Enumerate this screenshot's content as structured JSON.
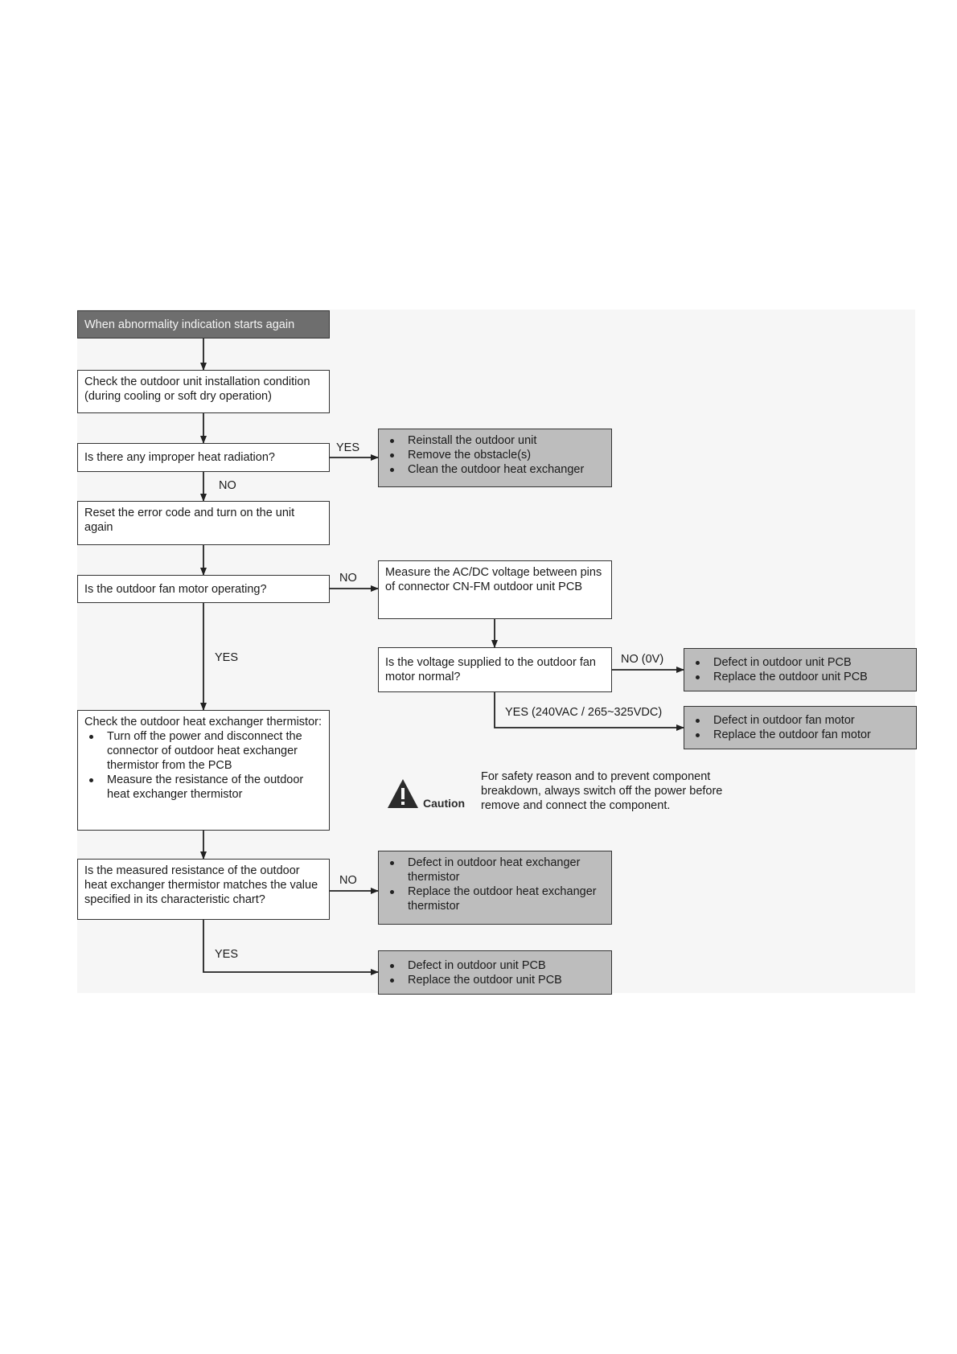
{
  "nodes": {
    "start": "When abnormality indication starts again",
    "check_installation": "Check the outdoor unit installation condition (during cooling or soft dry operation)",
    "q_heat_radiation": "Is there any improper heat radiation?",
    "remedy_heat_radiation": [
      "Reinstall the outdoor unit",
      "Remove the obstacle(s)",
      "Clean the outdoor heat exchanger"
    ],
    "reset_error": "Reset the error code and turn on the unit again",
    "q_fan_operating": "Is the outdoor fan motor operating?",
    "measure_voltage": "Measure the AC/DC voltage between pins of connector CN-FM outdoor unit PCB",
    "q_voltage_normal": "Is the voltage supplied to the outdoor fan motor normal?",
    "result_pcb_defect_1": [
      "Defect in outdoor unit PCB",
      "Replace the outdoor unit PCB"
    ],
    "result_fan_motor_defect": [
      "Defect in outdoor fan motor",
      "Replace the outdoor fan motor"
    ],
    "check_thermistor": {
      "intro": "Check the outdoor heat exchanger thermistor:",
      "steps": [
        "Turn off the power and disconnect the connector of outdoor heat exchanger thermistor from the PCB",
        "Measure the resistance of the outdoor heat exchanger thermistor"
      ]
    },
    "q_resistance": "Is the measured resistance of the outdoor heat exchanger thermistor matches the value specified in its characteristic chart?",
    "result_thermistor_defect": [
      "Defect in outdoor heat exchanger thermistor",
      "Replace the outdoor heat exchanger thermistor"
    ],
    "result_pcb_defect_2": [
      "Defect in outdoor unit PCB",
      "Replace the outdoor unit PCB"
    ]
  },
  "edge_labels": {
    "heat_yes": "YES",
    "heat_no": "NO",
    "fan_no": "NO",
    "fan_yes": "YES",
    "voltage_no": "NO (0V)",
    "voltage_yes": "YES (240VAC / 265~325VDC)",
    "resistance_no": "NO",
    "resistance_yes": "YES"
  },
  "caution": {
    "label": "Caution",
    "text": "For safety reason and to prevent component breakdown, always switch off the power before remove and connect the component."
  },
  "colors": {
    "start_fill": "#6e6e6e",
    "result_fill": "#bdbdbd",
    "line": "#222222"
  }
}
